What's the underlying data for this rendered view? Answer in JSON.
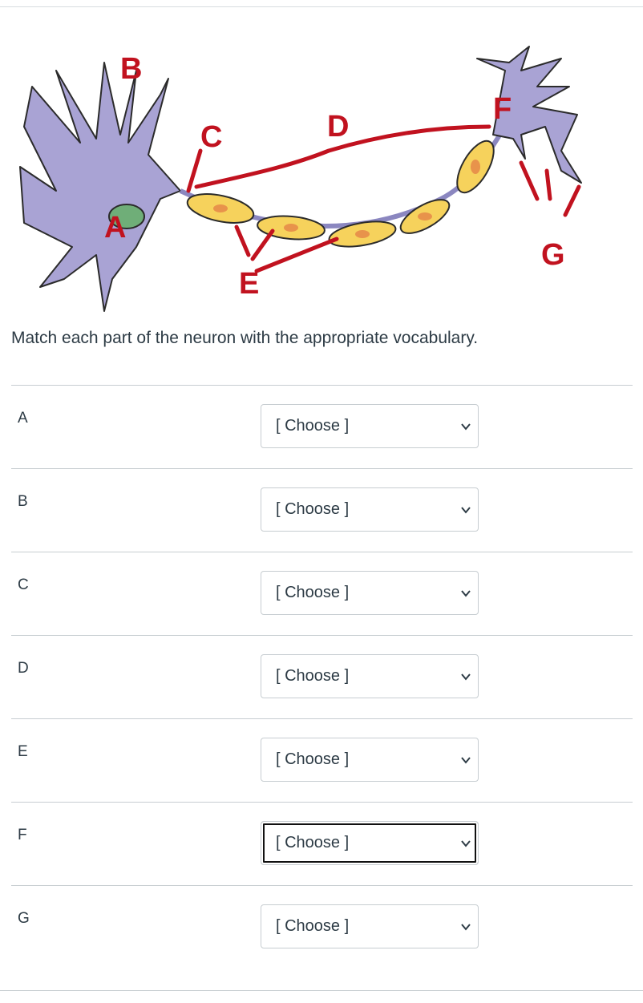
{
  "figure": {
    "labels": [
      "A",
      "B",
      "C",
      "D",
      "E",
      "F",
      "G"
    ],
    "colors": {
      "cell": "#a9a3d4",
      "myelin": "#f6d25c",
      "node": "#e8934b",
      "label": "#c1121f",
      "nucleus": "#6fae78",
      "outline": "#2b2b2b"
    }
  },
  "prompt": "Match each part of the neuron with the appropriate vocabulary.",
  "answers": [
    {
      "label": "A",
      "selected": "[ Choose ]",
      "focused": false
    },
    {
      "label": "B",
      "selected": "[ Choose ]",
      "focused": false
    },
    {
      "label": "C",
      "selected": "[ Choose ]",
      "focused": false
    },
    {
      "label": "D",
      "selected": "[ Choose ]",
      "focused": false
    },
    {
      "label": "E",
      "selected": "[ Choose ]",
      "focused": false
    },
    {
      "label": "F",
      "selected": "[ Choose ]",
      "focused": true
    },
    {
      "label": "G",
      "selected": "[ Choose ]",
      "focused": false
    }
  ],
  "icons": {
    "dropdown": "chevron-down-icon"
  }
}
